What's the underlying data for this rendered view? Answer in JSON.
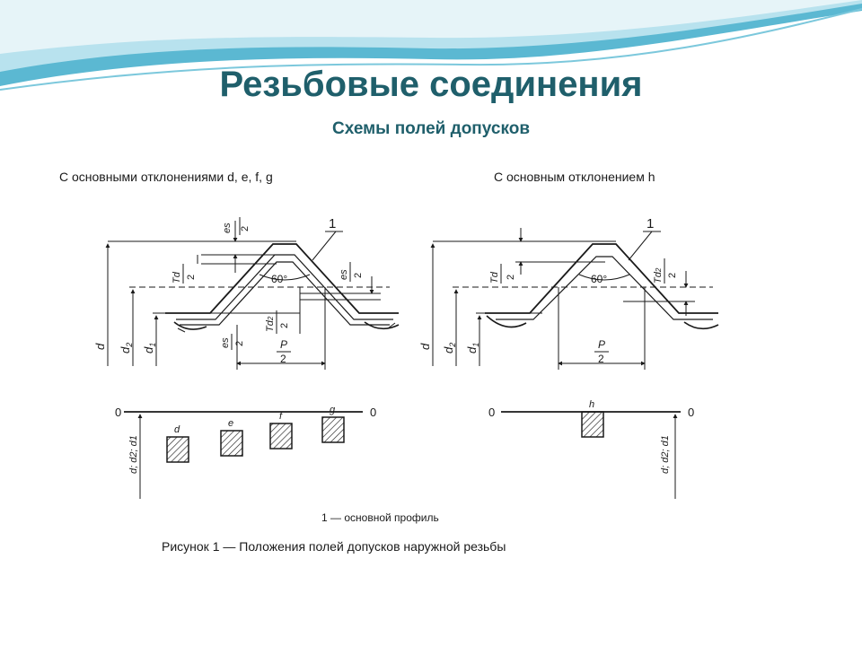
{
  "slide": {
    "title": "Резьбовые соединения",
    "subtitle": "Схемы полей допусков"
  },
  "colors": {
    "title": "#1f5f6b",
    "wave_dark": "#5bb8d2",
    "wave_light": "#b8e2ee"
  },
  "figure": {
    "left_panel": {
      "heading": "С основными отклонениями d, e, f, g",
      "callout": "1",
      "angle": "60°",
      "labels": {
        "es_num": "es",
        "es_den": "2",
        "td_num": "Td",
        "td_den": "2",
        "td2_num": "Td",
        "td2_sub": "2",
        "td2_den": "2",
        "p_num": "P",
        "p_den": "2",
        "d": "d",
        "d2": "d",
        "d2_sub": "2",
        "d1": "d",
        "d1_sub": "1"
      },
      "zero_left": "0",
      "zero_right": "0",
      "axis_label": "d; d2; d1",
      "fields": [
        "d",
        "e",
        "f",
        "g"
      ]
    },
    "right_panel": {
      "heading": "С основным отклонением h",
      "callout": "1",
      "angle": "60°",
      "labels": {
        "td_num": "Td",
        "td_den": "2",
        "td2_num": "Td",
        "td2_sub": "2",
        "td2_den": "2",
        "p_num": "P",
        "p_den": "2",
        "d": "d",
        "d2": "d",
        "d2_sub": "2",
        "d1": "d",
        "d1_sub": "1"
      },
      "zero_left": "0",
      "zero_right": "0",
      "axis_label": "d; d2; d1",
      "fields": [
        "h"
      ]
    },
    "legend": "1 — основной профиль",
    "caption": "Рисунок 1 — Положения полей допусков наружной резьбы"
  }
}
